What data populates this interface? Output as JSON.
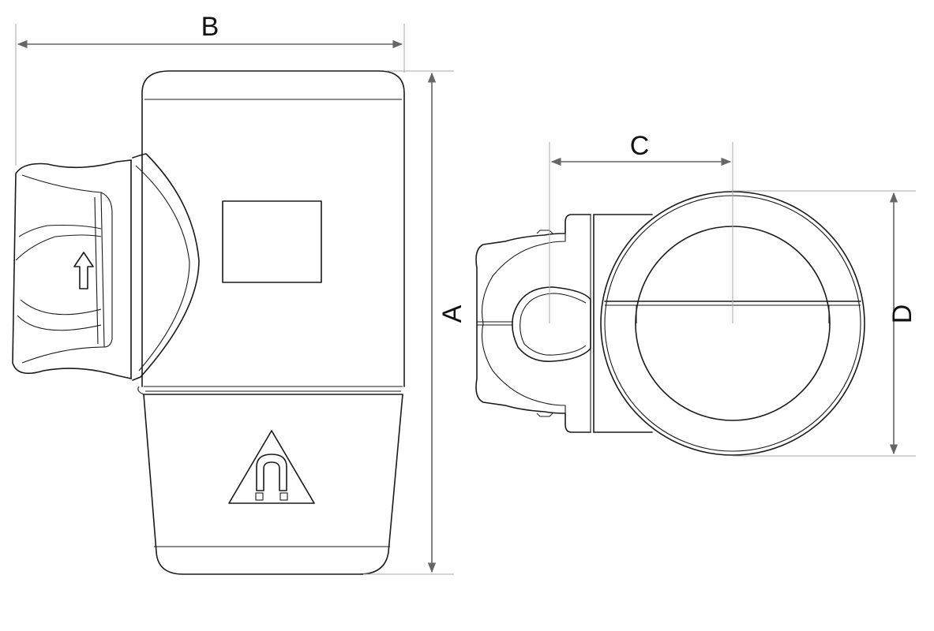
{
  "dimensions": {
    "A": "A",
    "B": "B",
    "C": "C",
    "D": "D"
  },
  "colors": {
    "outline": "#1a1a1a",
    "dimension_line": "#666666",
    "extension_line": "#aaaaaa"
  },
  "icons": {
    "arrow": "up-arrow-icon",
    "warning": "magnet-warning-icon"
  }
}
